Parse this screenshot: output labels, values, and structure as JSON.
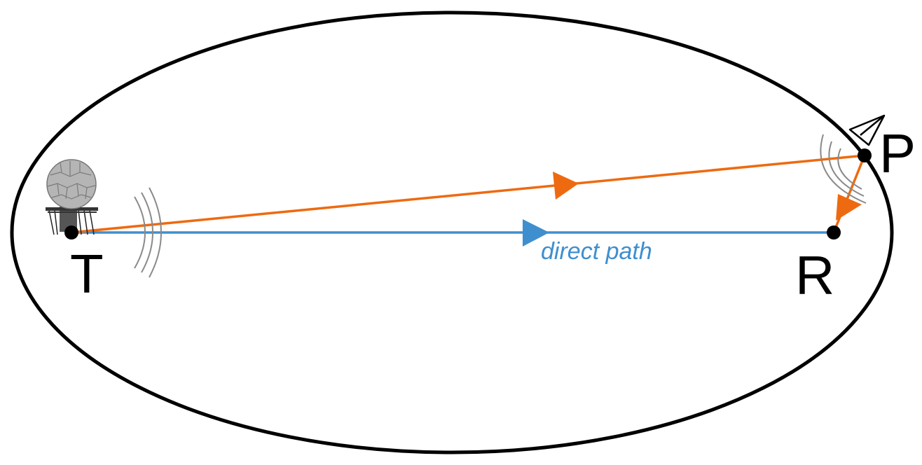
{
  "diagram": {
    "points": {
      "transmitter": {
        "label": "T"
      },
      "receiver": {
        "label": "R"
      },
      "target": {
        "label": "P"
      }
    },
    "direct_path": {
      "label": "direct path"
    },
    "colors": {
      "ellipse": "#000000",
      "direct_path": "#3f8fce",
      "reflected_path": "#ee6a10",
      "waves": "#8a8a8a",
      "radome": "#b5b5b5"
    },
    "icons": {
      "transmitter": "radar-radome-icon",
      "target": "paper-plane-icon",
      "transmit_waves": "signal-waves-icon",
      "reflect_waves": "signal-waves-icon"
    }
  }
}
